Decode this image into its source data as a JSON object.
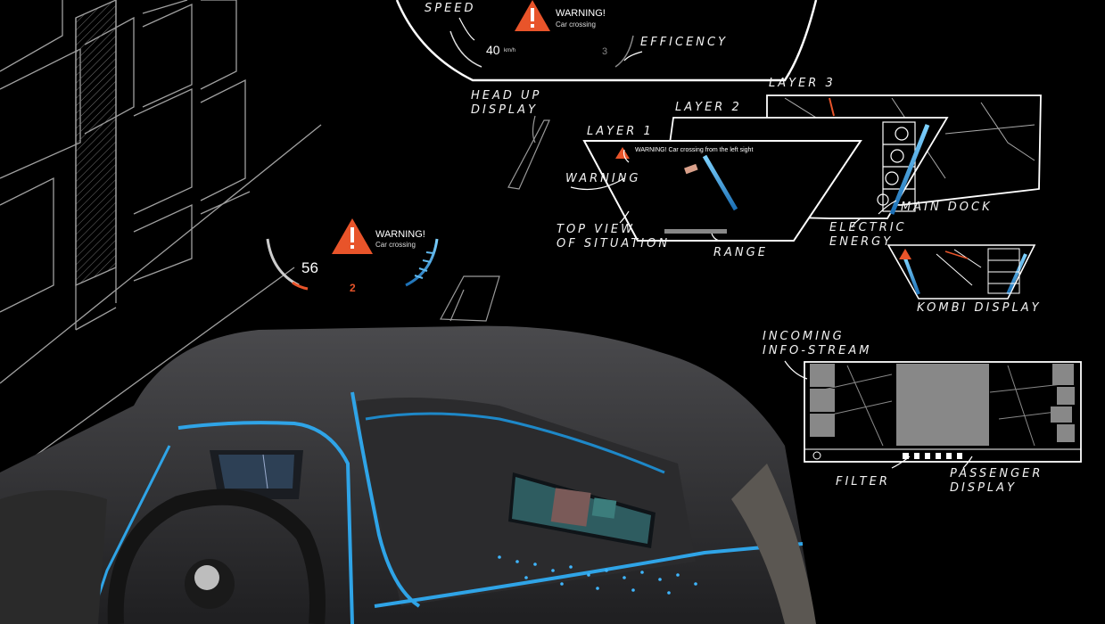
{
  "hud_top": {
    "speed": "40",
    "speed_unit": "km/h",
    "efficiency_value": "3",
    "warning_title": "WARNING!",
    "warning_subtitle": "Car crossing"
  },
  "hud_center": {
    "speed": "56",
    "gear": "2",
    "warning_title": "WARNING!",
    "warning_subtitle": "Car crossing"
  },
  "layer_diagram": {
    "warning_text": "WARNING!  Car crossing from the left sight"
  },
  "annotations": {
    "speed": "Speed",
    "efficiency": "Efficency",
    "head_up_display": "Head up\nDisplay",
    "layer1": "Layer 1",
    "layer2": "Layer 2",
    "layer3": "Layer 3",
    "warning": "Warning",
    "top_view": "Top view\nof situation",
    "range": "Range",
    "electric_energy": "Electric\nEnergy",
    "main_dock": "Main Dock",
    "kombi_display": "Kombi Display",
    "incoming_info_stream": "Incoming\nInfo-Stream",
    "filter": "Filter",
    "passenger_display": "Passenger\nDisplay"
  },
  "colors": {
    "background": "#000000",
    "sketch_line": "#ffffff",
    "warning": "#e8542a",
    "accent_blue": "#2fa4e7",
    "dashboard": "#3a3a3c"
  },
  "icons": [
    "warning-triangle-icon",
    "filter-icons",
    "dock-icons"
  ]
}
